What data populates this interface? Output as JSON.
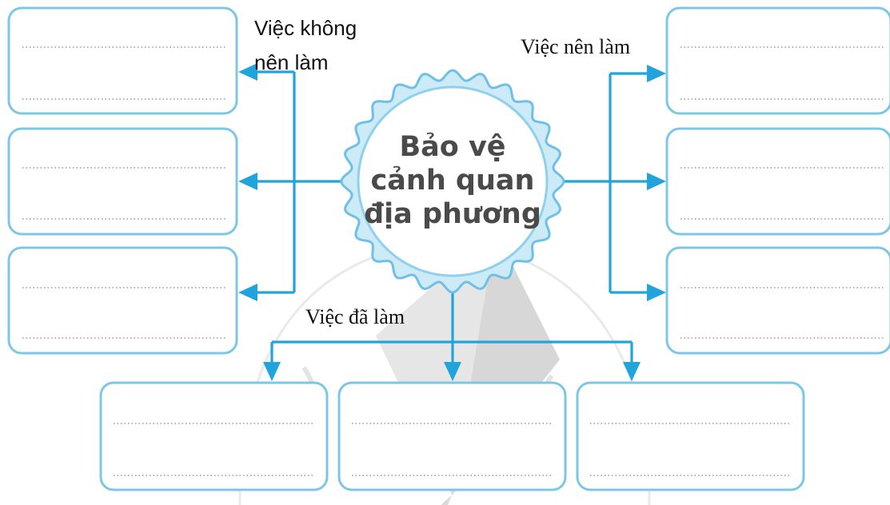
{
  "center": {
    "line1": "Bảo vệ",
    "line2": "cảnh quan",
    "line3": "địa phương"
  },
  "labels": {
    "should_not_line1": "Việc không",
    "should_not_line2": "nên làm",
    "should": "Việc nên làm",
    "done": "Việc đã làm"
  },
  "colors": {
    "arrow": "#21a3dc",
    "box_border": "#7cc7e6",
    "circle_border": "#6ec0e8"
  }
}
